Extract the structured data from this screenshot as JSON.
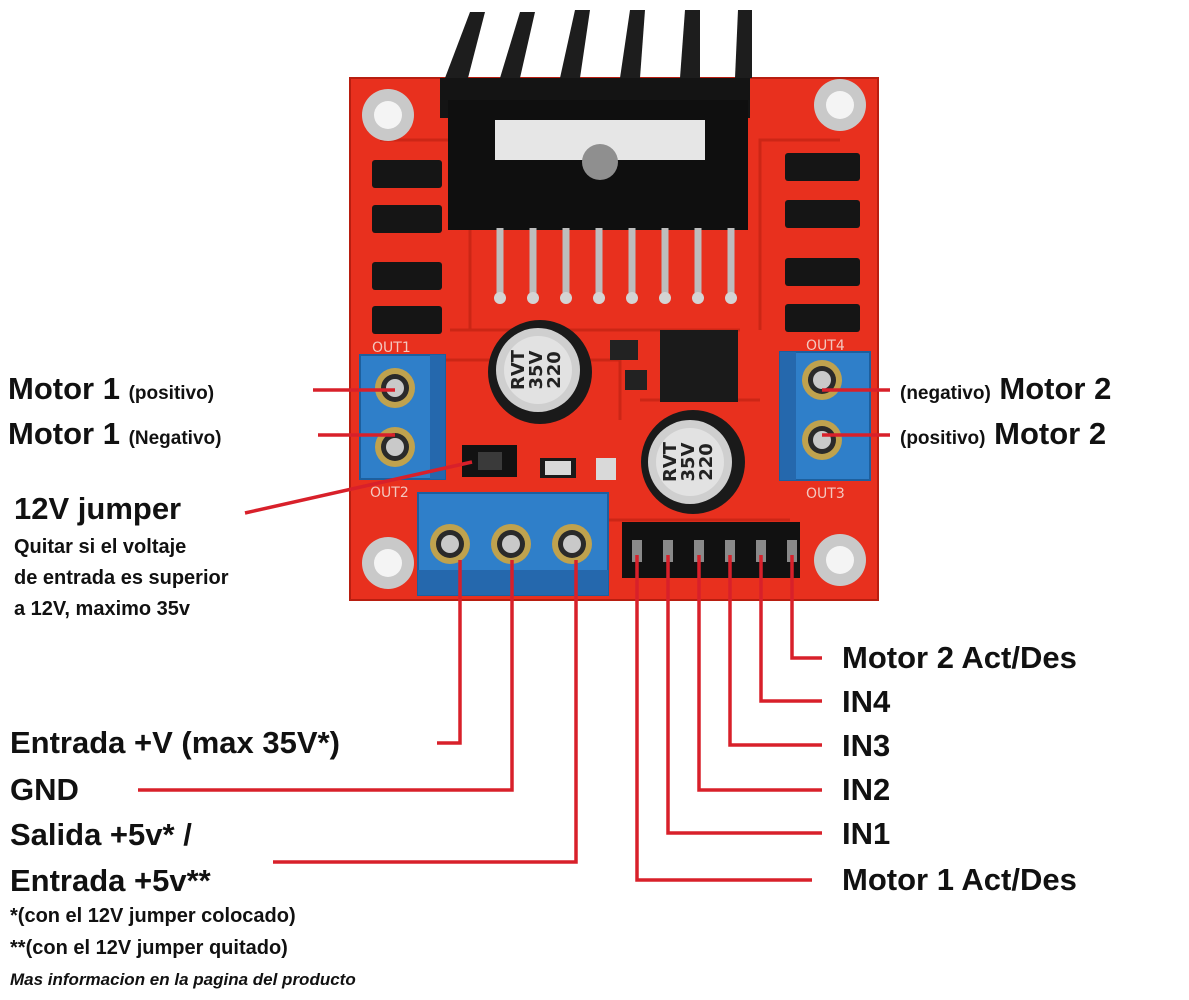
{
  "board": {
    "cap_value": "220",
    "cap_voltage": "35V",
    "cap_brand": "RVT",
    "out1": "OUT1",
    "out2": "OUT2",
    "out3": "OUT3",
    "out4": "OUT4"
  },
  "left_labels": {
    "motor1_pos_main": "Motor 1",
    "motor1_pos_sub": "(positivo)",
    "motor1_neg_main": "Motor 1",
    "motor1_neg_sub": "(Negativo)",
    "jumper_title": "12V jumper",
    "jumper_note_1": "Quitar si el voltaje",
    "jumper_note_2": "de entrada es superior",
    "jumper_note_3": "a 12V, maximo 35v"
  },
  "right_labels": {
    "motor2_neg_sub": "(negativo)",
    "motor2_neg_main": "Motor 2",
    "motor2_pos_sub": "(positivo)",
    "motor2_pos_main": "Motor 2"
  },
  "power_labels": {
    "vin": "Entrada +V (max 35V*)",
    "gnd": "GND",
    "v5_line1": "Salida +5v* /",
    "v5_line2": "Entrada +5v**"
  },
  "control_labels": {
    "ena2": "Motor 2 Act/Des",
    "in4": "IN4",
    "in3": "IN3",
    "in2": "IN2",
    "in1": "IN1",
    "ena1": "Motor 1 Act/Des"
  },
  "footnotes": {
    "note1": "*(con el 12V jumper colocado)",
    "note2": "**(con el 12V jumper quitado)",
    "more_info": "Mas informacion en la pagina del producto"
  },
  "colors": {
    "pcb": "#e8301e",
    "pcb_dark": "#c42414",
    "terminal": "#2f7fc9",
    "heatsink": "#141414",
    "leader": "#d8202a"
  }
}
